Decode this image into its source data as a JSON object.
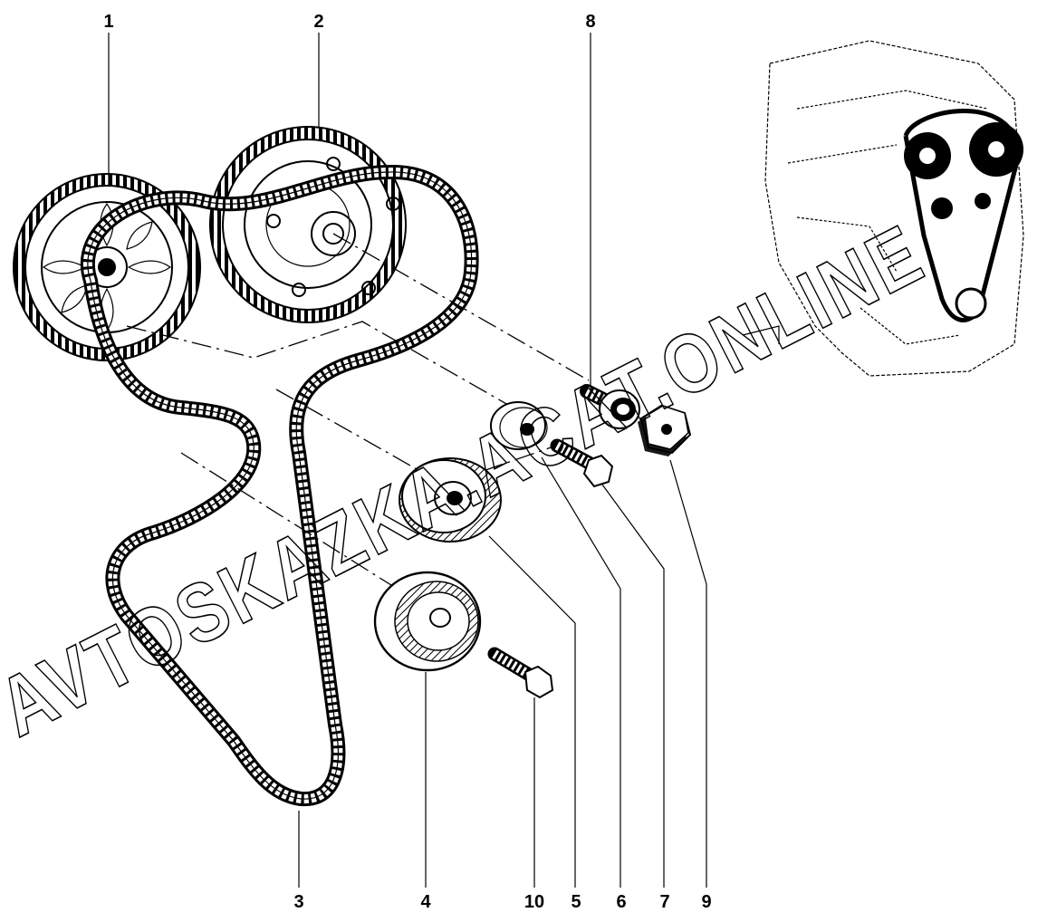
{
  "callouts": [
    "1",
    "2",
    "3",
    "4",
    "5",
    "6",
    "7",
    "8",
    "9",
    "10"
  ],
  "watermark": "AVTOSKAZKA.ACAT.ONLINE"
}
